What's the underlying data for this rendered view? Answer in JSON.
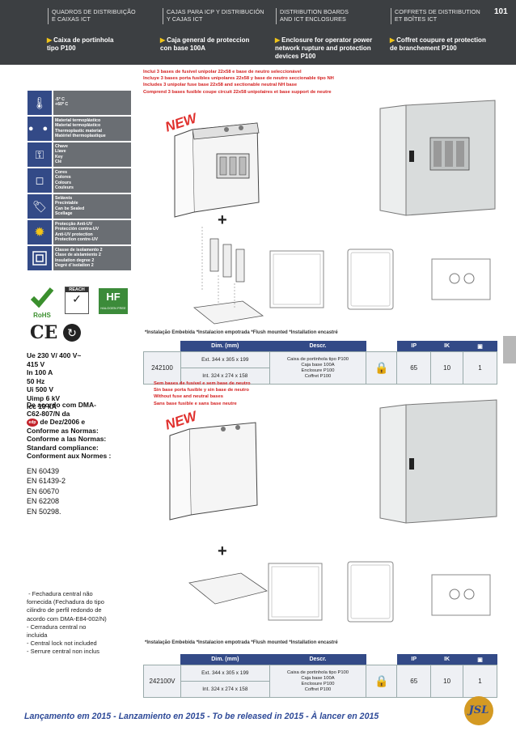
{
  "header": {
    "page_number": "101",
    "categories": [
      {
        "line1": "QUADROS DE DISTRIBUIÇÃO",
        "line2": "E CAIXAS ICT"
      },
      {
        "line1": "CAJAS PARA ICP Y DISTRIBUCIÓN",
        "line2": "Y CAJAS ICT"
      },
      {
        "line1": "DISTRIBUTION BOARDS",
        "line2": "AND ICT ENCLOSURES"
      },
      {
        "line1": "COFFRETS DE DISTRIBUTION",
        "line2": "ET BOÎTES ICT"
      }
    ],
    "subtitles": [
      {
        "line1": "Caixa de portinhola",
        "line2": "tipo P100"
      },
      {
        "line1": "Caja general de proteccion",
        "line2": "con base 100A"
      },
      {
        "line1": "Enclosure for operator power",
        "line2": "network rupture and protection",
        "line3": "devices P100"
      },
      {
        "line1": "Coffret coupure et protection",
        "line2": "de branchement P100"
      }
    ]
  },
  "icons": [
    {
      "icon": "thermometer-icon",
      "lines": [
        "-5º C",
        "+60º C"
      ]
    },
    {
      "icon": "material-icon",
      "lines": [
        "Material termoplástico",
        "Material termoplástico",
        "Thermoplastic material",
        "Matériel thermoplastique"
      ]
    },
    {
      "icon": "key-icon",
      "lines": [
        "Chave",
        "Llave",
        "Key",
        "Clé"
      ]
    },
    {
      "icon": "colors-icon",
      "lines": [
        "Cores",
        "Colores",
        "Colours",
        "Couleurs"
      ]
    },
    {
      "icon": "seal-icon",
      "lines": [
        "Seláveis",
        "Precintable",
        "Can be Sealed",
        "Scellage"
      ]
    },
    {
      "icon": "uv-icon",
      "lines": [
        "Protecção Anti-UV",
        "Protección contra-UV",
        "Anti-UV protection",
        "Protection contre-UV"
      ]
    },
    {
      "icon": "insulation-icon",
      "lines": [
        "Classe de isolamento 2",
        "Clase de aislamiento 2",
        "Insulation degree 2",
        "Degré d´isolation 2"
      ]
    }
  ],
  "certifications": {
    "rohs": "RoHS",
    "reach": "REACH",
    "halogen": "HALOGEN FREE",
    "ce": "CE"
  },
  "specs": [
    "Ue 230 V/ 400 V~",
    "415 V",
    "In 100 A",
    "50 Hz",
    "Ui 500 V",
    "Uimp 6 kV",
    "Icc 10 kA"
  ],
  "compliance": {
    "line1": "De acordo com DMA-",
    "line2": "C62-807/N da",
    "badge": "edp",
    "line3": "de Dez/2006  e",
    "line4": "Conforme as Normas:",
    "line5": "Conforme a las Normas:",
    "line6": "Standard compliance:",
    "line7": "Conforment aux Normes :"
  },
  "standards": [
    "EN 60439",
    "EN 61439-2",
    "EN 60670",
    "EN 62208",
    "EN 50298."
  ],
  "lock_notes": [
    " - Fechadura central não",
    "fornecida (Fechadura do tipo",
    "cilindro de perfil redondo de",
    "acordo com DMA-E84-002/N)",
    "- Cerradura central no",
    "incluida",
    "- Central lock not included",
    "- Serrure central non inclus"
  ],
  "product1": {
    "notes": [
      "Inclui 3 bases de fusível unipolar 22x58 e base de neutro seleccionável",
      "Incluye 3 bases porta fusibles unipolares 22x58 y base de neutro seccionable tipo NH",
      "Includes 3 unipolar fuse base 22x58 and sectionable neutral NH base",
      "Comprend 3 bases fusible coupe circuit 22x58 unipolaires et base support de neutre"
    ],
    "badge": "NEW",
    "mount": "*Instalação Embebida  *Instalacion empotrada  *Flush mounted  *Installation encastré",
    "headers": {
      "dim": "Dim. (mm)",
      "descr": "Descr.",
      "ip": "IP",
      "ik": "IK"
    },
    "ref": "242100",
    "ext": "Ext. 344 x 305 x 199",
    "int": "Int. 324 x 274 x 158",
    "descr": [
      "Caixa de portinhola tipo P100",
      "Caja base 100A",
      "Enclosure P100",
      "Coffret P100"
    ],
    "ip": "65",
    "ik": "10",
    "qty": "1"
  },
  "product2": {
    "notes": [
      "Sem bases de fusível e sem base de neutro",
      "Sin base porta fusible y sin base de neutro",
      "Without fuse and neutral bases",
      "Sans base fusible e sans base neutre"
    ],
    "badge": "NEW",
    "mount": "*Instalação Embebida  *Instalacion empotrada  *Flush mounted  *Installation encastré",
    "headers": {
      "dim": "Dim. (mm)",
      "descr": "Descr.",
      "ip": "IP",
      "ik": "IK"
    },
    "ref": "242100V",
    "ext": "Ext. 344 x 305 x 199",
    "int": "Int. 324 x 274 x 158",
    "descr": [
      "Caixa de portinhola tipo P100",
      "Caja base 100A",
      "Enclosure P100",
      "Coffret P100"
    ],
    "ip": "65",
    "ik": "10",
    "qty": "1"
  },
  "footer": {
    "text": "Lançamento em 2015 - Lanzamiento en 2015 - To be released in 2015 - À lancer en 2015",
    "logo": "JSL"
  },
  "colors": {
    "header_bg": "#3c3f42",
    "accent_blue": "#334a87",
    "note_red": "#d42020",
    "footer_blue": "#2e4a98"
  }
}
